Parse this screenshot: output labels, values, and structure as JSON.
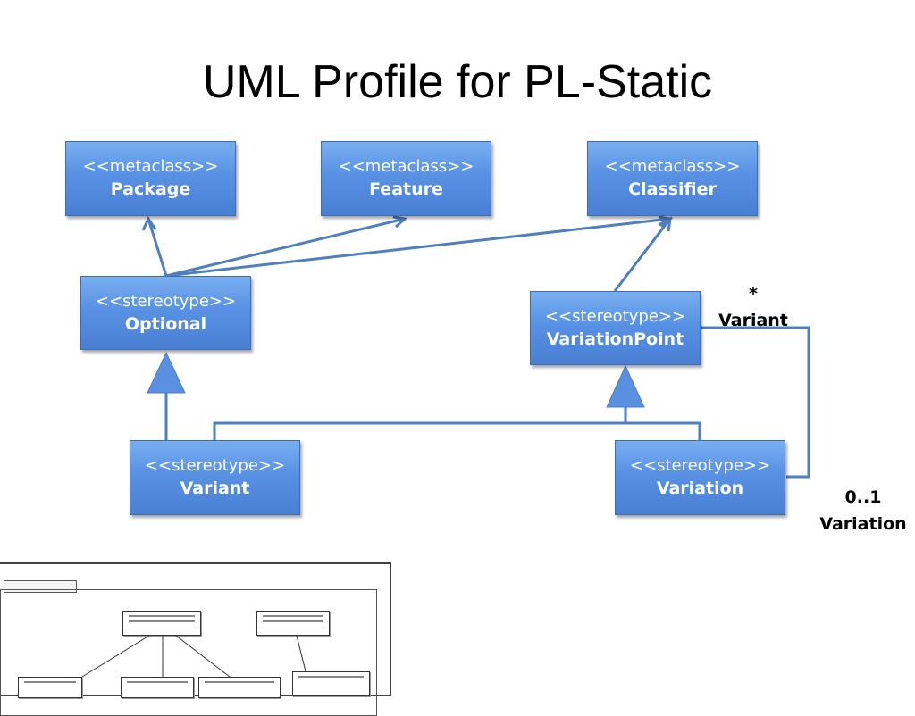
{
  "title": "UML Profile for PL-Static",
  "boxes": {
    "package": {
      "stereotype": "<<metaclass>>",
      "name": "Package"
    },
    "feature": {
      "stereotype": "<<metaclass>>",
      "name": "Feature"
    },
    "classifier": {
      "stereotype": "<<metaclass>>",
      "name": "Classifier"
    },
    "optional": {
      "stereotype": "<<stereotype>>",
      "name": "Optional"
    },
    "variationpoint": {
      "stereotype": "<<stereotype>>",
      "name": "VariationPoint"
    },
    "variant": {
      "stereotype": "<<stereotype>>",
      "name": "Variant"
    },
    "variation": {
      "stereotype": "<<stereotype>>",
      "name": "Variation"
    }
  },
  "association": {
    "variant_end": {
      "multiplicity": "*",
      "role": "Variant"
    },
    "variation_end": {
      "multiplicity": "0..1",
      "role": "Variation"
    }
  },
  "colors": {
    "box_fill_top": "#79aef0",
    "box_fill_bottom": "#4a7fd3",
    "connector": "#4f7fbf"
  }
}
